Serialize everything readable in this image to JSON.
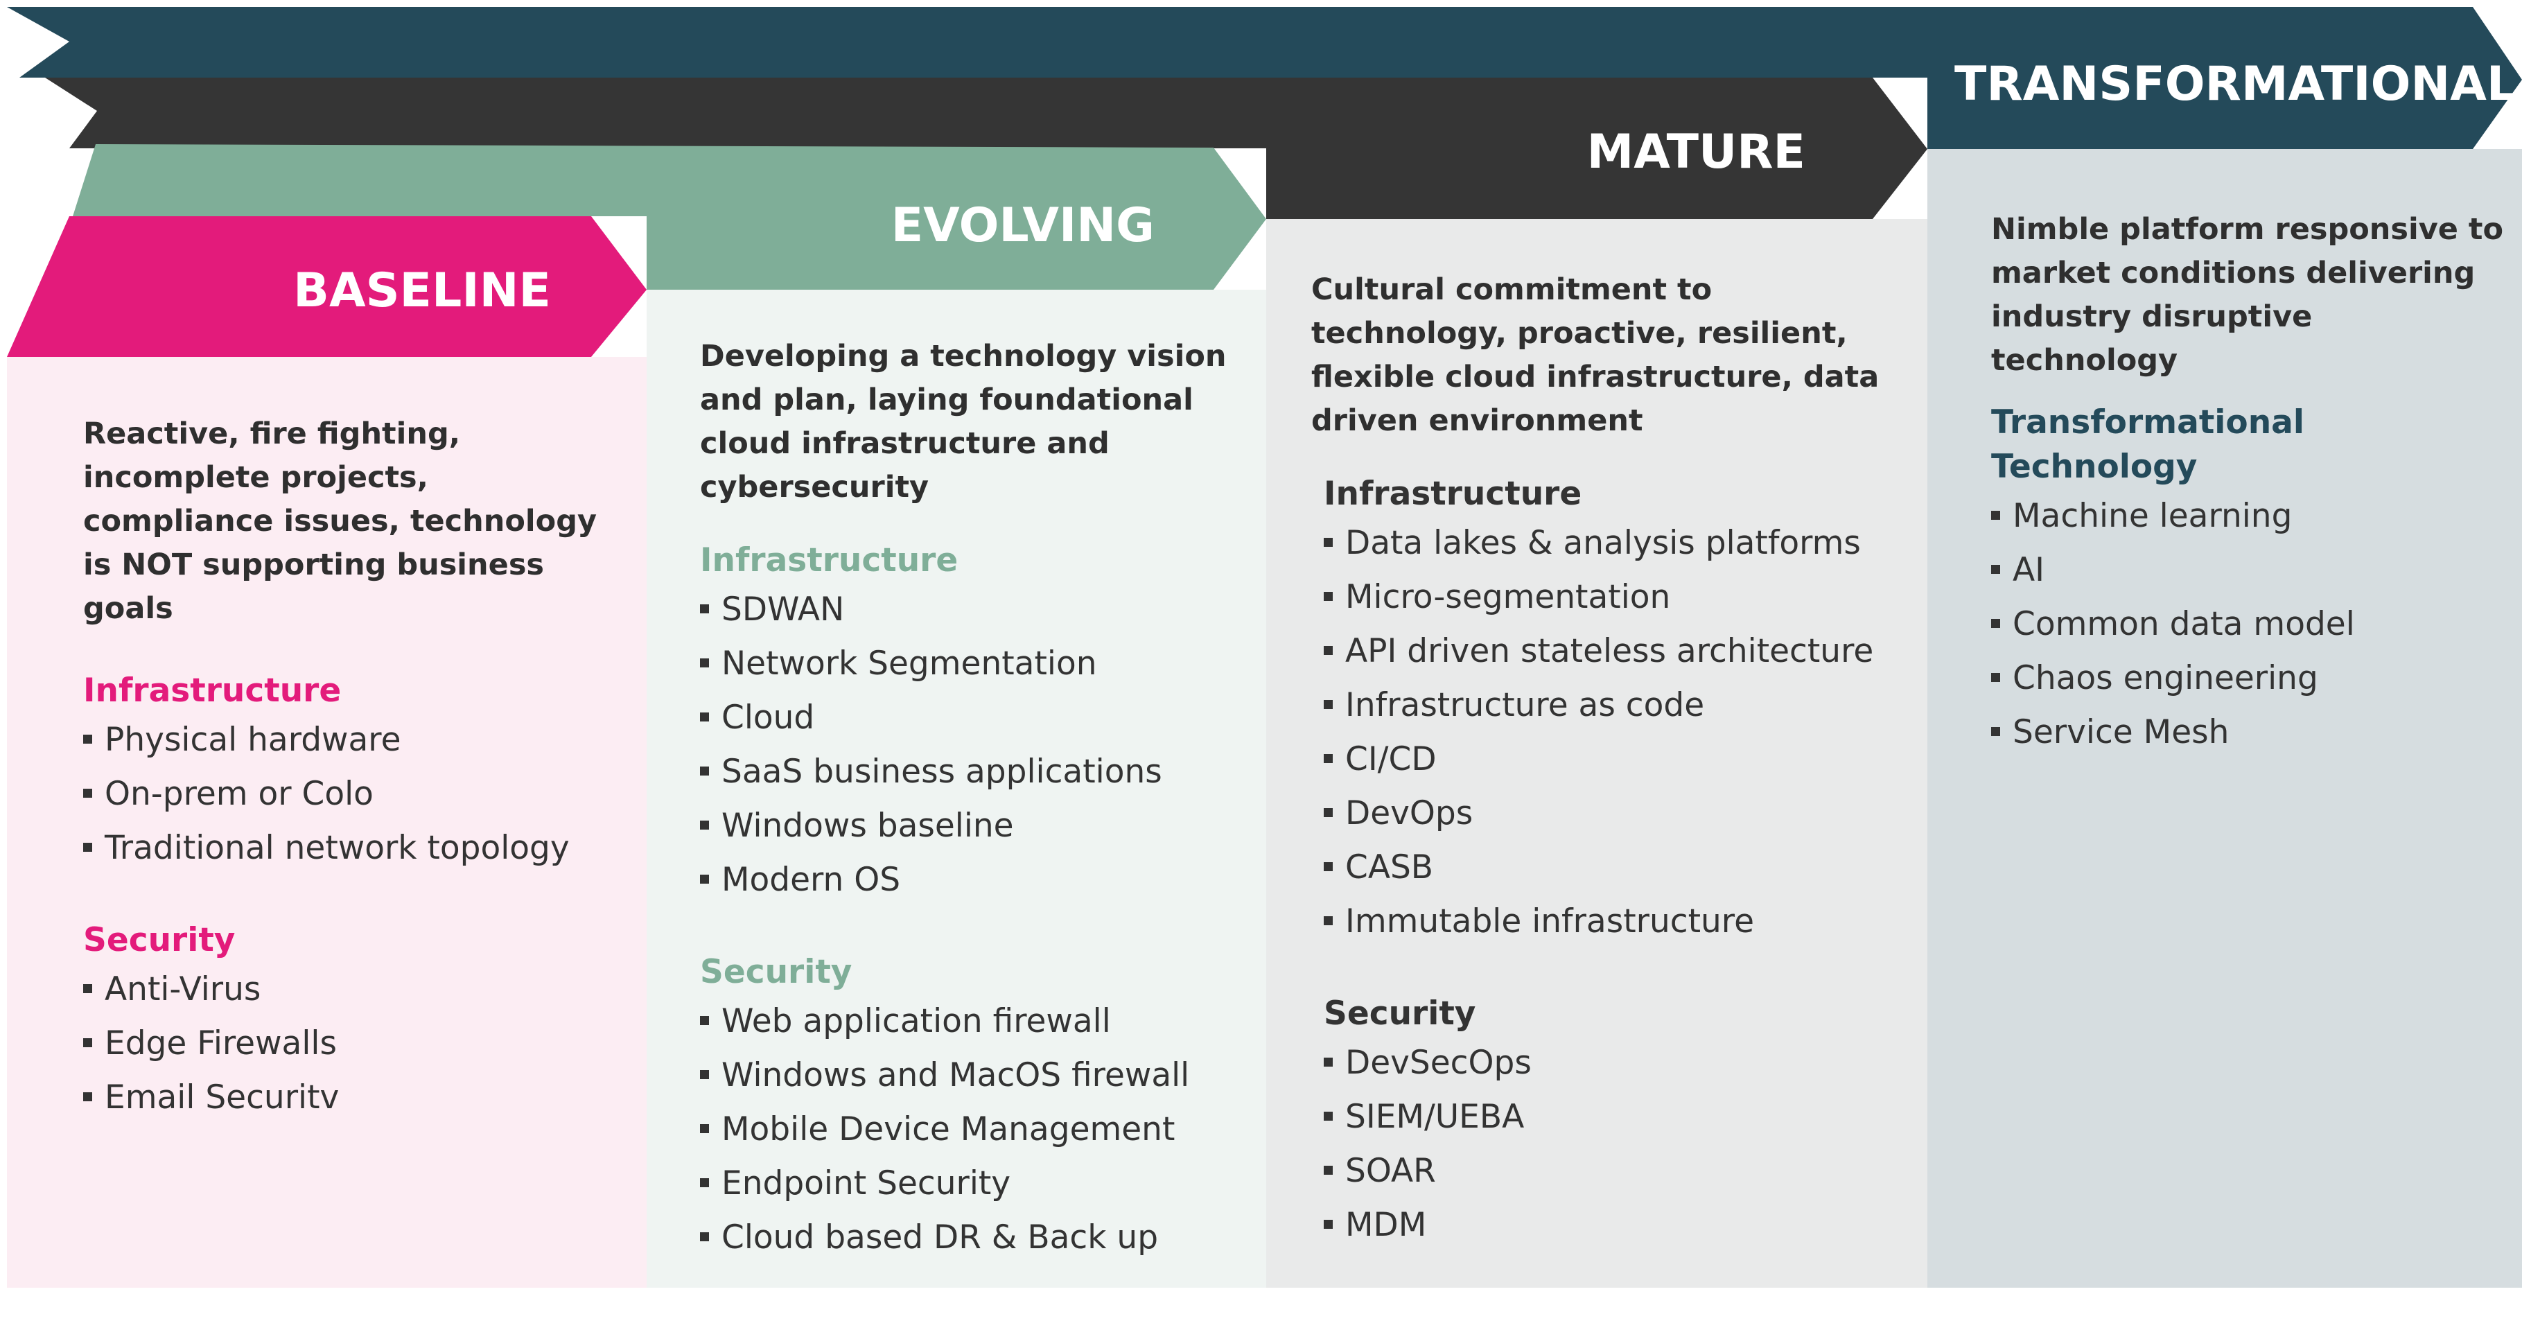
{
  "colors": {
    "baseline": "#e31b7b",
    "evolving": "#7fae98",
    "mature": "#353535",
    "transformational": "#244a5a",
    "baseline_bg": "#fcedf3",
    "evolving_bg": "#eff4f2",
    "mature_bg": "#e9eaea",
    "transformational_bg": "#d6dde0"
  },
  "stages": [
    {
      "title": "BASELINE",
      "description": "Reactive, fire fighting, incomplete projects, compliance issues, technology is NOT supporting business goals",
      "sections": [
        {
          "heading": "Infrastructure",
          "items": [
            "Physical hardware",
            "On-prem or Colo",
            "Traditional network topology"
          ]
        },
        {
          "heading": "Security",
          "items": [
            "Anti-Virus",
            "Edge Firewalls",
            "Email Securitv"
          ]
        }
      ]
    },
    {
      "title": "EVOLVING",
      "description": "Developing a technology vision and plan, laying foundational cloud infrastructure and cybersecurity",
      "sections": [
        {
          "heading": "Infrastructure",
          "items": [
            "SDWAN",
            "Network Segmentation",
            "Cloud",
            "SaaS business applications",
            "Windows baseline",
            "Modern OS"
          ]
        },
        {
          "heading": "Security",
          "items": [
            "Web application firewall",
            "Windows and MacOS firewall",
            "Mobile Device Management",
            "Endpoint Security",
            "Cloud based DR & Back up"
          ]
        }
      ]
    },
    {
      "title": "MATURE",
      "description": "Cultural commitment to technology, proactive, resilient, flexible cloud infrastructure, data driven environment",
      "sections": [
        {
          "heading": "Infrastructure",
          "items": [
            "Data lakes & analysis platforms",
            "Micro-segmentation",
            "API driven stateless architecture",
            "Infrastructure as code",
            "CI/CD",
            "DevOps",
            "CASB",
            "Immutable infrastructure"
          ]
        },
        {
          "heading": "Security",
          "items": [
            "DevSecOps",
            "SIEM/UEBA",
            "SOAR",
            "MDM"
          ]
        }
      ]
    },
    {
      "title": "TRANSFORMATIONAL",
      "description": "Nimble platform responsive to market conditions delivering industry disruptive technology",
      "sections": [
        {
          "heading": "Transformational Technology",
          "items": [
            "Machine learning",
            "AI",
            "Common data model",
            "Chaos engineering",
            "Service Mesh"
          ]
        }
      ]
    }
  ]
}
